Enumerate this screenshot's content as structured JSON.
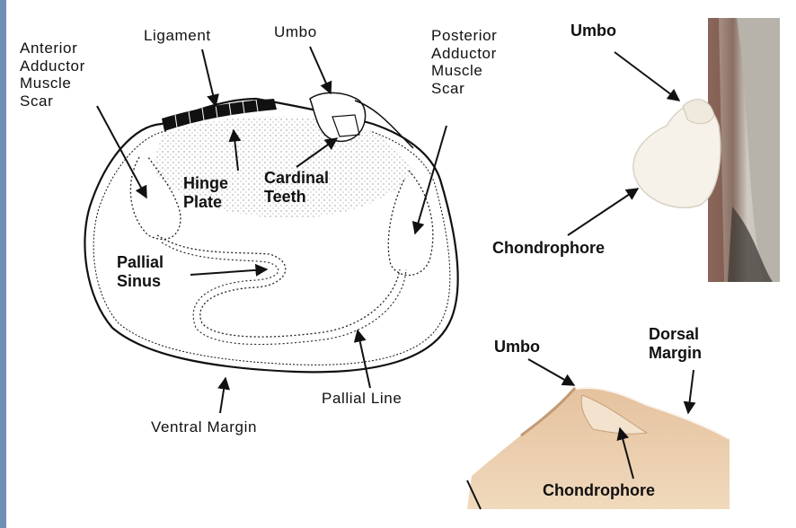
{
  "labels": {
    "anterior_scar": [
      "Anterior",
      "Adductor",
      "Muscle",
      "Scar"
    ],
    "ligament": "Ligament",
    "umbo_top": "Umbo",
    "posterior_scar": [
      "Posterior",
      "Adductor",
      "Muscle",
      "Scar"
    ],
    "hinge_plate": [
      "Hinge",
      "Plate"
    ],
    "cardinal_teeth": [
      "Cardinal",
      "Teeth"
    ],
    "pallial_sinus": [
      "Pallial",
      "Sinus"
    ],
    "pallial_line": "Pallial Line",
    "ventral_margin": "Ventral Margin",
    "photo_umbo": "Umbo",
    "photo_chondrophore": "Chondrophore",
    "bottom_umbo": "Umbo",
    "dorsal_margin": [
      "Dorsal",
      "Margin"
    ],
    "bottom_chondrophore": "Chondrophore"
  },
  "colors": {
    "frame_bar": "#6f8fb5",
    "ink": "#111111",
    "photo_shell": "#f4efe6",
    "photo_bg": "#8a857d",
    "bottom_shell": "#e9c9a6"
  }
}
